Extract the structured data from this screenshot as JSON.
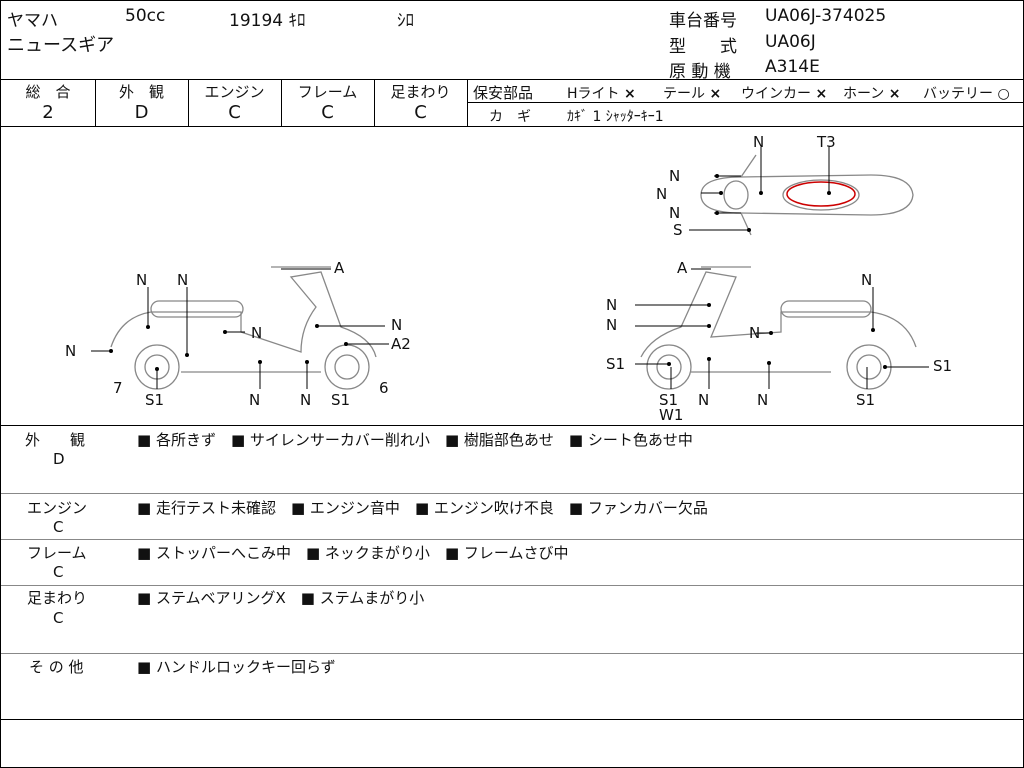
{
  "header": {
    "maker": "ヤマハ",
    "displacement": "50cc",
    "mileage": "19194 ｷﾛ",
    "color": "ｼﾛ",
    "model_name": "ニュースギア",
    "frame_no_label": "車台番号",
    "frame_no": "UA06J-374025",
    "type_label": "型　　式",
    "type_value": "UA06J",
    "engine_label": "原 動 機",
    "engine_value": "A314E"
  },
  "grades": {
    "overall_label": "総　合",
    "overall": "2",
    "exterior_label": "外　観",
    "exterior": "D",
    "engine_label": "エンジン",
    "engine": "C",
    "frame_label": "フレーム",
    "frame": "C",
    "suspension_label": "足まわり",
    "suspension": "C"
  },
  "safety": {
    "label": "保安部品",
    "items": [
      {
        "name": "Hライト",
        "mark": "×"
      },
      {
        "name": "テール",
        "mark": "×"
      },
      {
        "name": "ウインカー",
        "mark": "×"
      },
      {
        "name": "ホーン",
        "mark": "×"
      },
      {
        "name": "バッテリー",
        "mark": "○"
      }
    ],
    "key_label": "カ　ギ",
    "key_value": "ｶｷﾞ 1 ｼｬｯﾀｰｷｰ1"
  },
  "diagram": {
    "top_view": {
      "n1": "N",
      "t3": "T3",
      "n2": "N",
      "n3": "N",
      "n4": "N",
      "s": "S"
    },
    "left_view": {
      "n_a": "N",
      "n_b": "N",
      "n_c": "N",
      "n_d": "N",
      "a": "A",
      "n_e": "N",
      "a2": "A2",
      "n_f": "N",
      "n_g": "N",
      "s1_a": "S1",
      "s1_b": "S1",
      "seven": "7",
      "six": "6"
    },
    "right_view": {
      "a": "A",
      "n_a": "N",
      "n_b": "N",
      "n_c": "N",
      "n_d": "N",
      "s1_a": "S1",
      "s1_b": "S1",
      "s1_c": "S1",
      "s1_d": "S1",
      "w1": "W1",
      "n_e": "N",
      "n_f": "N"
    }
  },
  "notes": [
    {
      "category": "外　　観",
      "grade": "D",
      "items": [
        "各所きず",
        "サイレンサーカバー削れ小",
        "樹脂部色あせ",
        "シート色あせ中"
      ]
    },
    {
      "category": "エンジン",
      "grade": "C",
      "items": [
        "走行テスト未確認",
        "エンジン音中",
        "エンジン吹け不良",
        "ファンカバー欠品"
      ]
    },
    {
      "category": "フレーム",
      "grade": "C",
      "items": [
        "ストッパーへこみ中",
        "ネックまがり小",
        "フレームさび中"
      ]
    },
    {
      "category": "足まわり",
      "grade": "C",
      "items": [
        "ステムベアリングX",
        "ステムまがり小"
      ]
    },
    {
      "category": "そ の 他",
      "grade": "",
      "items": [
        "ハンドルロックキー回らず"
      ]
    }
  ]
}
